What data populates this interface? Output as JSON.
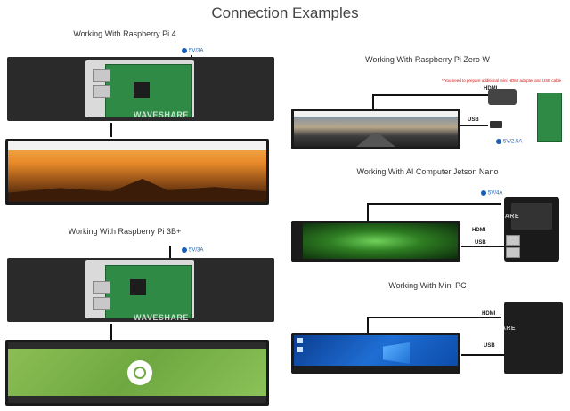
{
  "title": "Connection Examples",
  "sections": {
    "pi4": {
      "caption": "Working With Raspberry Pi 4",
      "power": "5V/3A"
    },
    "pi3": {
      "caption": "Working With Raspberry Pi 3B+",
      "power": "5V/3A"
    },
    "zero": {
      "caption": "Working With Raspberry Pi Zero W",
      "note": "* You need to prepare additional mini HDMI adapter and USB cable",
      "hdmi": "HDMI",
      "usb": "USB",
      "power": "5V/2.5A"
    },
    "nano": {
      "caption": "Working With AI Computer Jetson Nano",
      "power": "5V/4A",
      "hdmi": "HDMI",
      "usb": "USB"
    },
    "minipc": {
      "caption": "Working With Mini PC",
      "hdmi": "HDMI",
      "usb": "USB"
    }
  },
  "watermark": "WAVESHARE",
  "colors": {
    "accent": "#1a5fb4",
    "note": "#dd1111"
  }
}
